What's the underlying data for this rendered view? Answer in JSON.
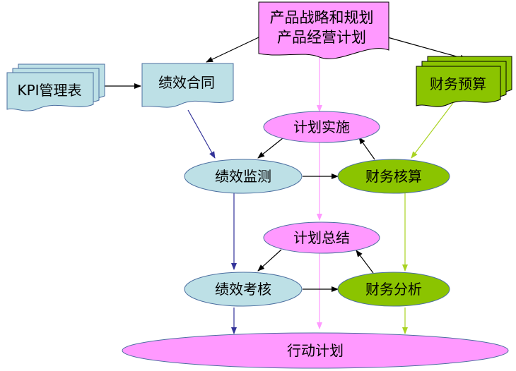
{
  "nodes": {
    "strategy_line1": "产品战略和规划",
    "strategy_line2": "产品经营计划",
    "kpi_table": "KPI管理表",
    "perf_contract": "绩效合同",
    "fin_budget": "财务预算",
    "plan_exec": "计划实施",
    "perf_monitor": "绩效监测",
    "fin_accounting": "财务核算",
    "plan_summary": "计划总结",
    "perf_review": "绩效考核",
    "fin_analysis": "财务分析",
    "action_plan": "行动计划"
  },
  "colors": {
    "pink_fill": "#FF99FF",
    "pink_line": "#FF99FF",
    "blue_fill": "#BDE0E6",
    "green_fill": "#8BC400",
    "green_line": "#A9D322",
    "navy_line": "#333399",
    "black_line": "#000000"
  }
}
